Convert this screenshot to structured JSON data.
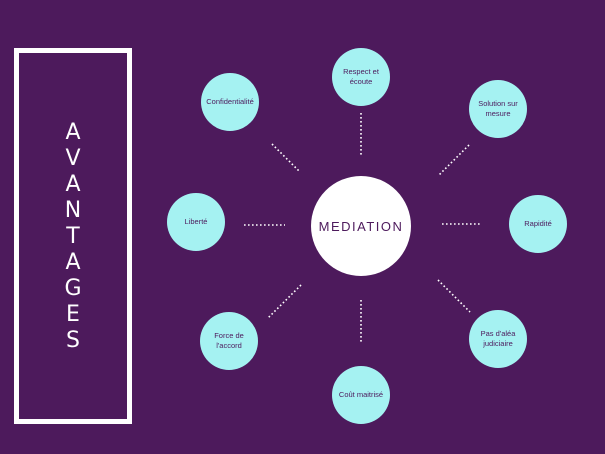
{
  "title_word": [
    "A",
    "V",
    "A",
    "N",
    "T",
    "A",
    "G",
    "E",
    "S"
  ],
  "center": {
    "label": "MEDIATION"
  },
  "nodes": [
    {
      "id": "respect",
      "label": "Respect et écoute"
    },
    {
      "id": "solution",
      "label": "Solution sur mesure"
    },
    {
      "id": "rapidite",
      "label": "Rapidité"
    },
    {
      "id": "alea",
      "label": "Pas d'aléa judiciaire"
    },
    {
      "id": "cout",
      "label": "Coût maitrisé"
    },
    {
      "id": "force",
      "label": "Force de l'accord"
    },
    {
      "id": "liberte",
      "label": "Liberté"
    },
    {
      "id": "confidentialite",
      "label": "Confidentialité"
    }
  ],
  "colors": {
    "background": "#4d1a5c",
    "node_fill": "#a5f2f2",
    "hub_fill": "#ffffff",
    "text": "#4d1a5c",
    "frame": "#ffffff"
  }
}
